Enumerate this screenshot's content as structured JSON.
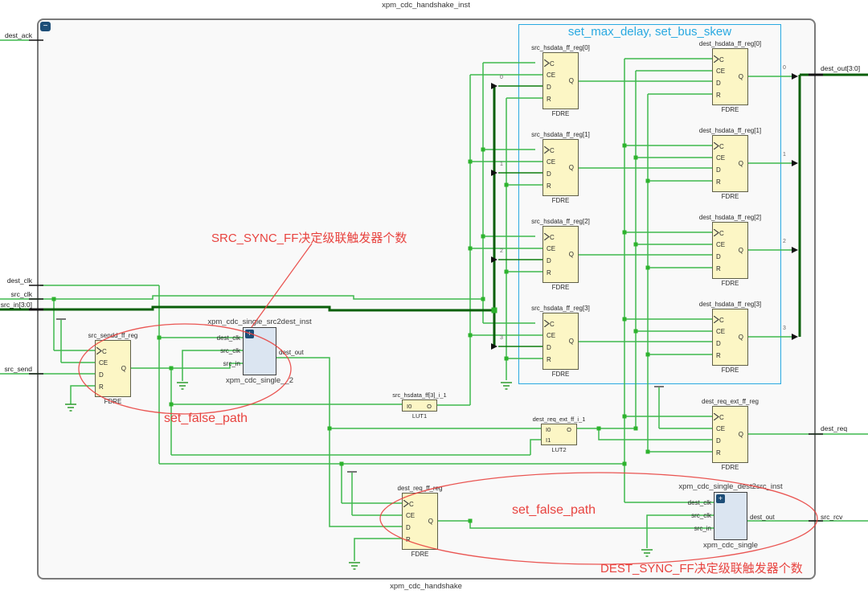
{
  "window": {
    "title_top": "xpm_cdc_handshake_inst",
    "title_bottom": "xpm_cdc_handshake",
    "collapse_glyph": "−",
    "expand_glyph": "+"
  },
  "constraint_box": {
    "label": "set_max_delay, set_bus_skew"
  },
  "ports_left": [
    {
      "label": "dest_ack"
    },
    {
      "label": "dest_clk"
    },
    {
      "label": "src_clk"
    },
    {
      "label": "src_in[3:0]"
    },
    {
      "label": "src_send"
    }
  ],
  "ports_right": [
    {
      "label": "dest_out[3:0]"
    },
    {
      "label": "dest_req"
    },
    {
      "label": "src_rcv"
    }
  ],
  "fdre": {
    "type": "FDRE",
    "C": "C",
    "CE": "CE",
    "D": "D",
    "R": "R",
    "Q": "Q"
  },
  "lut": {
    "I0": "I0",
    "I1": "I1",
    "O": "O"
  },
  "xpm": {
    "dest_clk": "dest_clk",
    "src_clk": "src_clk",
    "src_in": "src_in",
    "dest_out": "dest_out"
  },
  "instances": {
    "src_hsdata": [
      "src_hsdata_ff_reg[0]",
      "src_hsdata_ff_reg[1]",
      "src_hsdata_ff_reg[2]",
      "src_hsdata_ff_reg[3]"
    ],
    "dest_hsdata": [
      "dest_hsdata_ff_reg[0]",
      "dest_hsdata_ff_reg[1]",
      "dest_hsdata_ff_reg[2]",
      "dest_hsdata_ff_reg[3]"
    ],
    "src_sendd": "src_sendd_ff_reg",
    "dest_req_ext": "dest_req_ext_ff_reg",
    "dest_req_ff": "dest_req_ff_reg",
    "lut1": {
      "name": "src_hsdata_ff[3]_i_1",
      "type": "LUT1"
    },
    "lut2": {
      "name": "dest_req_ext_ff_i_1",
      "type": "LUT2"
    },
    "xpm_src2dest": {
      "name": "xpm_cdc_single_src2dest_inst",
      "type": "xpm_cdc_single__2"
    },
    "xpm_dest2src": {
      "name": "xpm_cdc_single_dest2src_inst",
      "type": "xpm_cdc_single"
    }
  },
  "bits": [
    "0",
    "1",
    "2",
    "3"
  ],
  "annotations": {
    "src_sync": "SRC_SYNC_FF决定级联触发器个数",
    "false_path_src": "set_false_path",
    "false_path_dest": "set_false_path",
    "dest_sync": "DEST_SYNC_FF决定级联触发器个数"
  },
  "colors": {
    "wire_green": "#3fb94e",
    "wire_dark_green": "#095f09",
    "annotation_red": "#e8433f",
    "constraint_blue": "#29a9e1",
    "block_yellow": "#fcf6c5",
    "xpm_blue": "#dbe5f1"
  }
}
